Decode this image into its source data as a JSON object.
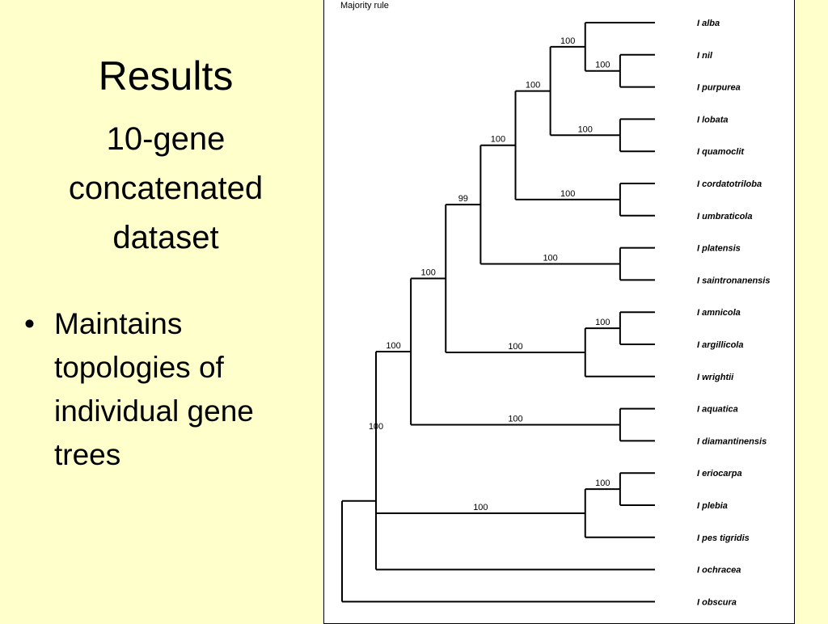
{
  "slide": {
    "title": "Results",
    "subtitle": [
      "10-gene",
      "concatenated",
      "dataset"
    ],
    "bullets": [
      {
        "marker": "•",
        "lines": [
          "Maintains",
          "topologies of",
          "individual gene",
          "trees"
        ]
      }
    ]
  },
  "figure": {
    "title": "Majority rule",
    "tree": {
      "children": [
        {
          "support": "100",
          "children": [
            {
              "support": "100",
              "children": [
                {
                  "support": "100",
                  "children": [
                    {
                      "support": "99",
                      "children": [
                        {
                          "support": "100",
                          "children": [
                            {
                              "support": "100",
                              "children": [
                                {
                                  "support": "100",
                                  "children": [
                                    {
                                      "name": "I alba"
                                    },
                                    {
                                      "support": "100",
                                      "children": [
                                        {
                                          "name": "I nil"
                                        },
                                        {
                                          "name": "I purpurea"
                                        }
                                      ]
                                    }
                                  ]
                                },
                                {
                                  "support": "100",
                                  "children": [
                                    {
                                      "name": "I lobata"
                                    },
                                    {
                                      "name": "I quamoclit"
                                    }
                                  ]
                                }
                              ]
                            },
                            {
                              "support": "100",
                              "children": [
                                {
                                  "name": "I cordatotriloba"
                                },
                                {
                                  "name": "I umbraticola"
                                }
                              ]
                            }
                          ]
                        },
                        {
                          "support": "100",
                          "children": [
                            {
                              "name": "I platensis"
                            },
                            {
                              "name": "I saintronanensis"
                            }
                          ]
                        }
                      ]
                    },
                    {
                      "support": "100",
                      "children": [
                        {
                          "support": "100",
                          "children": [
                            {
                              "name": "I amnicola"
                            },
                            {
                              "name": "I argillicola"
                            }
                          ]
                        },
                        {
                          "name": "I wrightii"
                        }
                      ]
                    }
                  ]
                },
                {
                  "support": "100",
                  "children": [
                    {
                      "name": "I aquatica"
                    },
                    {
                      "name": "I diamantinensis"
                    }
                  ]
                }
              ]
            },
            {
              "support": "100",
              "children": [
                {
                  "support": "100",
                  "children": [
                    {
                      "name": "I eriocarpa"
                    },
                    {
                      "name": "I plebia"
                    }
                  ]
                },
                {
                  "name": "I pes tigridis"
                }
              ]
            }
          ]
        },
        {
          "name": "I ochracea"
        }
      ]
    },
    "outgroup": "I obscura"
  }
}
